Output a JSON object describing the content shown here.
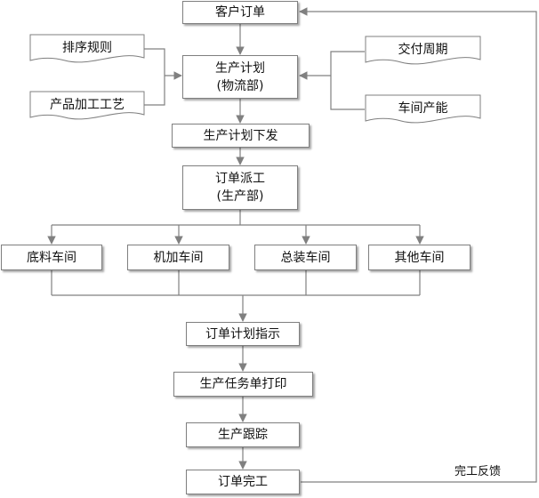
{
  "nodes": {
    "customer_order": "客户订单",
    "sort_rules": "排序规则",
    "process_tech": "产品加工工艺",
    "production_plan_line1": "生产计划",
    "production_plan_line2": "(物流部)",
    "delivery_cycle": "交付周期",
    "workshop_capacity": "车间产能",
    "plan_issue": "生产计划下发",
    "order_dispatch_line1": "订单派工",
    "order_dispatch_line2": "(生产部)",
    "chassis_workshop": "底料车间",
    "machining_workshop": "机加车间",
    "assembly_workshop": "总装车间",
    "other_workshop": "其他车间",
    "order_plan_instruction": "订单计划指示",
    "task_sheet_print": "生产任务单打印",
    "production_tracking": "生产跟踪",
    "order_complete": "订单完工"
  },
  "feedback_label": "完工反馈",
  "colors": {
    "line": "#808080",
    "border": "#7f7f7f",
    "text": "#111111"
  }
}
